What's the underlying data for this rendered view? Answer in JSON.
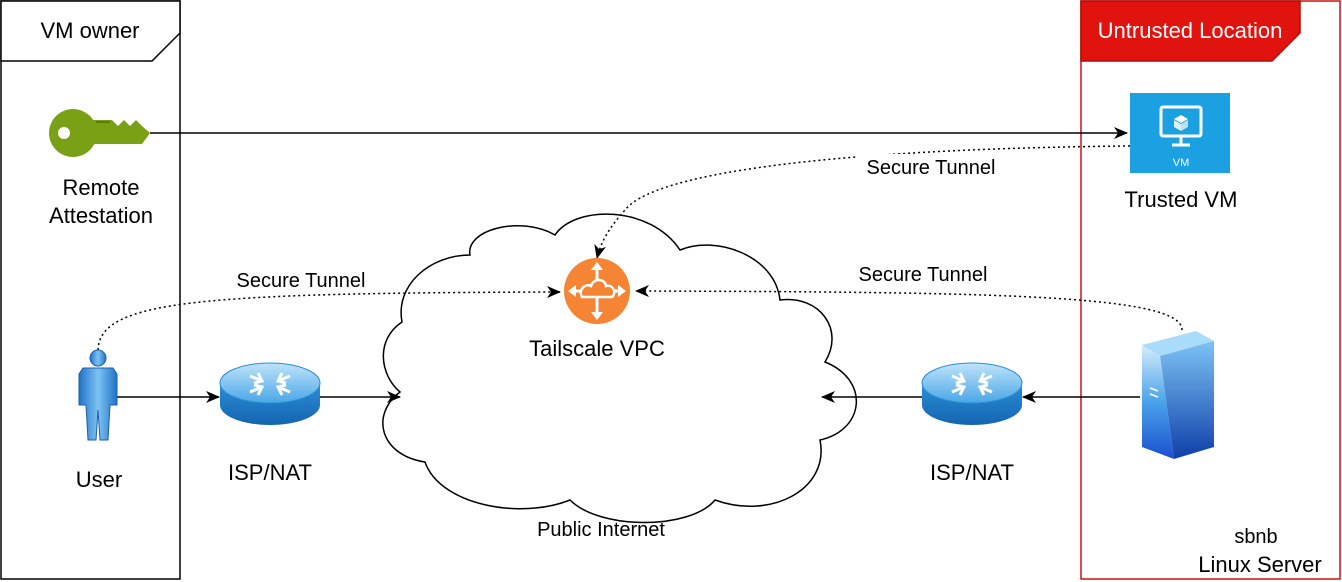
{
  "zones": {
    "owner": {
      "title": "VM owner"
    },
    "untrusted": {
      "title": "Untrusted Location",
      "color": "#e0130f"
    }
  },
  "nodes": {
    "remote_attestation": {
      "line1": "Remote",
      "line2": "Attestation",
      "color": "#7aa116"
    },
    "trusted_vm": {
      "label": "Trusted VM",
      "badge": "VM",
      "color": "#1ba1e2"
    },
    "tailscale": {
      "label": "Tailscale VPC",
      "color": "#f58534"
    },
    "public_internet": {
      "label": "Public Internet"
    },
    "user": {
      "label": "User"
    },
    "isp_left": {
      "label": "ISP/NAT"
    },
    "isp_right": {
      "label": "ISP/NAT"
    },
    "server": {
      "line1": "sbnb",
      "line2": "Linux Server"
    }
  },
  "edges": {
    "tunnel_vm": {
      "label": "Secure Tunnel"
    },
    "tunnel_user": {
      "label": "Secure Tunnel"
    },
    "tunnel_server": {
      "label": "Secure Tunnel"
    }
  }
}
